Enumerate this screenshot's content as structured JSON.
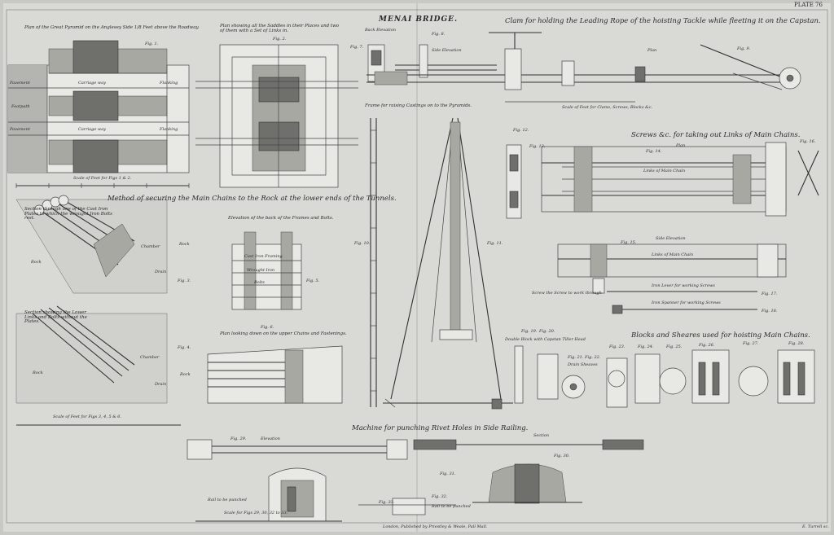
{
  "plate": {
    "title": "MENAI BRIDGE.",
    "number": "PLATE 76",
    "publisher": "London, Published by Priestley & Weale, Pall Mall.",
    "engraver": "E. Turrell sc."
  },
  "titles": {
    "pyramid_plan": "Plan of the Great Pyramid on the Anglesey Side 1/8 Feet above the Roadway.",
    "saddles_plan": "Plan showing all the Saddles in their Places and two of them with a Set of Links in.",
    "clam": "Clam for holding the Leading Rope of the hoisting Tackle while fleeting it on the Capstan.",
    "frame": "Frame for raising Castings on to the Pyramids.",
    "method": "Method of securing the Main Chains to the Rock at the lower ends of the Tunnels.",
    "section_iron": "Section through one of the Cast Iron Plates to which the wrought Iron Bolts rest.",
    "elevation_frames": "Elevation of the back of the Frames and Bolts.",
    "plan_upper": "Plan looking down on the upper Chains and Fastenings.",
    "section_lower": "Section showing the Lower Links and Bolts without the Plates.",
    "screws": "Screws &c. for taking out Links of Main Chains.",
    "blocks": "Blocks and Sheares used for hoisting Main Chains.",
    "machine": "Machine for punching Rivet Holes in Side Railing."
  },
  "scales": {
    "pyramid": "Scale of Feet for Figs 1 & 2.",
    "clam": "Scale of Feet for Clams, Screws, Blocks &c.",
    "rock": "Scale of Feet for Figs 3, 4, 5 & 6.",
    "machine": "Scale for Figs 29, 30, 32 to 33."
  },
  "labels": {
    "pavement": "Pavement",
    "carriage_way": "Carriage way",
    "footpath": "Footpath",
    "flanking": "Flanking",
    "rock": "Rock",
    "chamber": "Chamber",
    "drain": "Drain",
    "back_elevation": "Back Elevation",
    "side_elevation": "Side Elevation",
    "plan": "Plan",
    "links_main_chain": "Links of Main Chain",
    "iron_lever": "Iron Lever for working Screws",
    "iron_spanner": "Iron Spanner for working Screws",
    "screw_through": "Screw the Screw to work through",
    "section": "Section",
    "elevation": "Elevation",
    "drain_sheaves": "Drain Sheaves",
    "double_block": "Double Block with Capstan Tiller Head",
    "cast_iron_framing": "Cast Iron Framing",
    "wrought_iron": "Wrought Iron",
    "bolts": "Bolts",
    "rail_punched": "Rail to be punched"
  },
  "figs": {
    "f1": "Fig. 1.",
    "f2": "Fig. 2.",
    "f3": "Fig. 3.",
    "f4": "Fig. 4.",
    "f5": "Fig. 5.",
    "f6": "Fig. 6.",
    "f7": "Fig. 7.",
    "f8": "Fig. 8.",
    "f9": "Fig. 9.",
    "f10": "Fig. 10.",
    "f11": "Fig. 11.",
    "f12": "Fig. 12.",
    "f13": "Fig. 13.",
    "f14": "Fig. 14.",
    "f15": "Fig. 15.",
    "f16": "Fig. 16.",
    "f17": "Fig. 17.",
    "f18": "Fig. 18.",
    "f19": "Fig. 19.",
    "f20": "Fig. 20.",
    "f21": "Fig. 21.",
    "f22": "Fig. 22.",
    "f23": "Fig. 23.",
    "f24": "Fig. 24.",
    "f25": "Fig. 25.",
    "f26": "Fig. 26.",
    "f27": "Fig. 27.",
    "f28": "Fig. 28.",
    "f29": "Fig. 29.",
    "f30": "Fig. 30.",
    "f31": "Fig. 31.",
    "f32": "Fig. 32.",
    "f33": "Fig. 33."
  }
}
